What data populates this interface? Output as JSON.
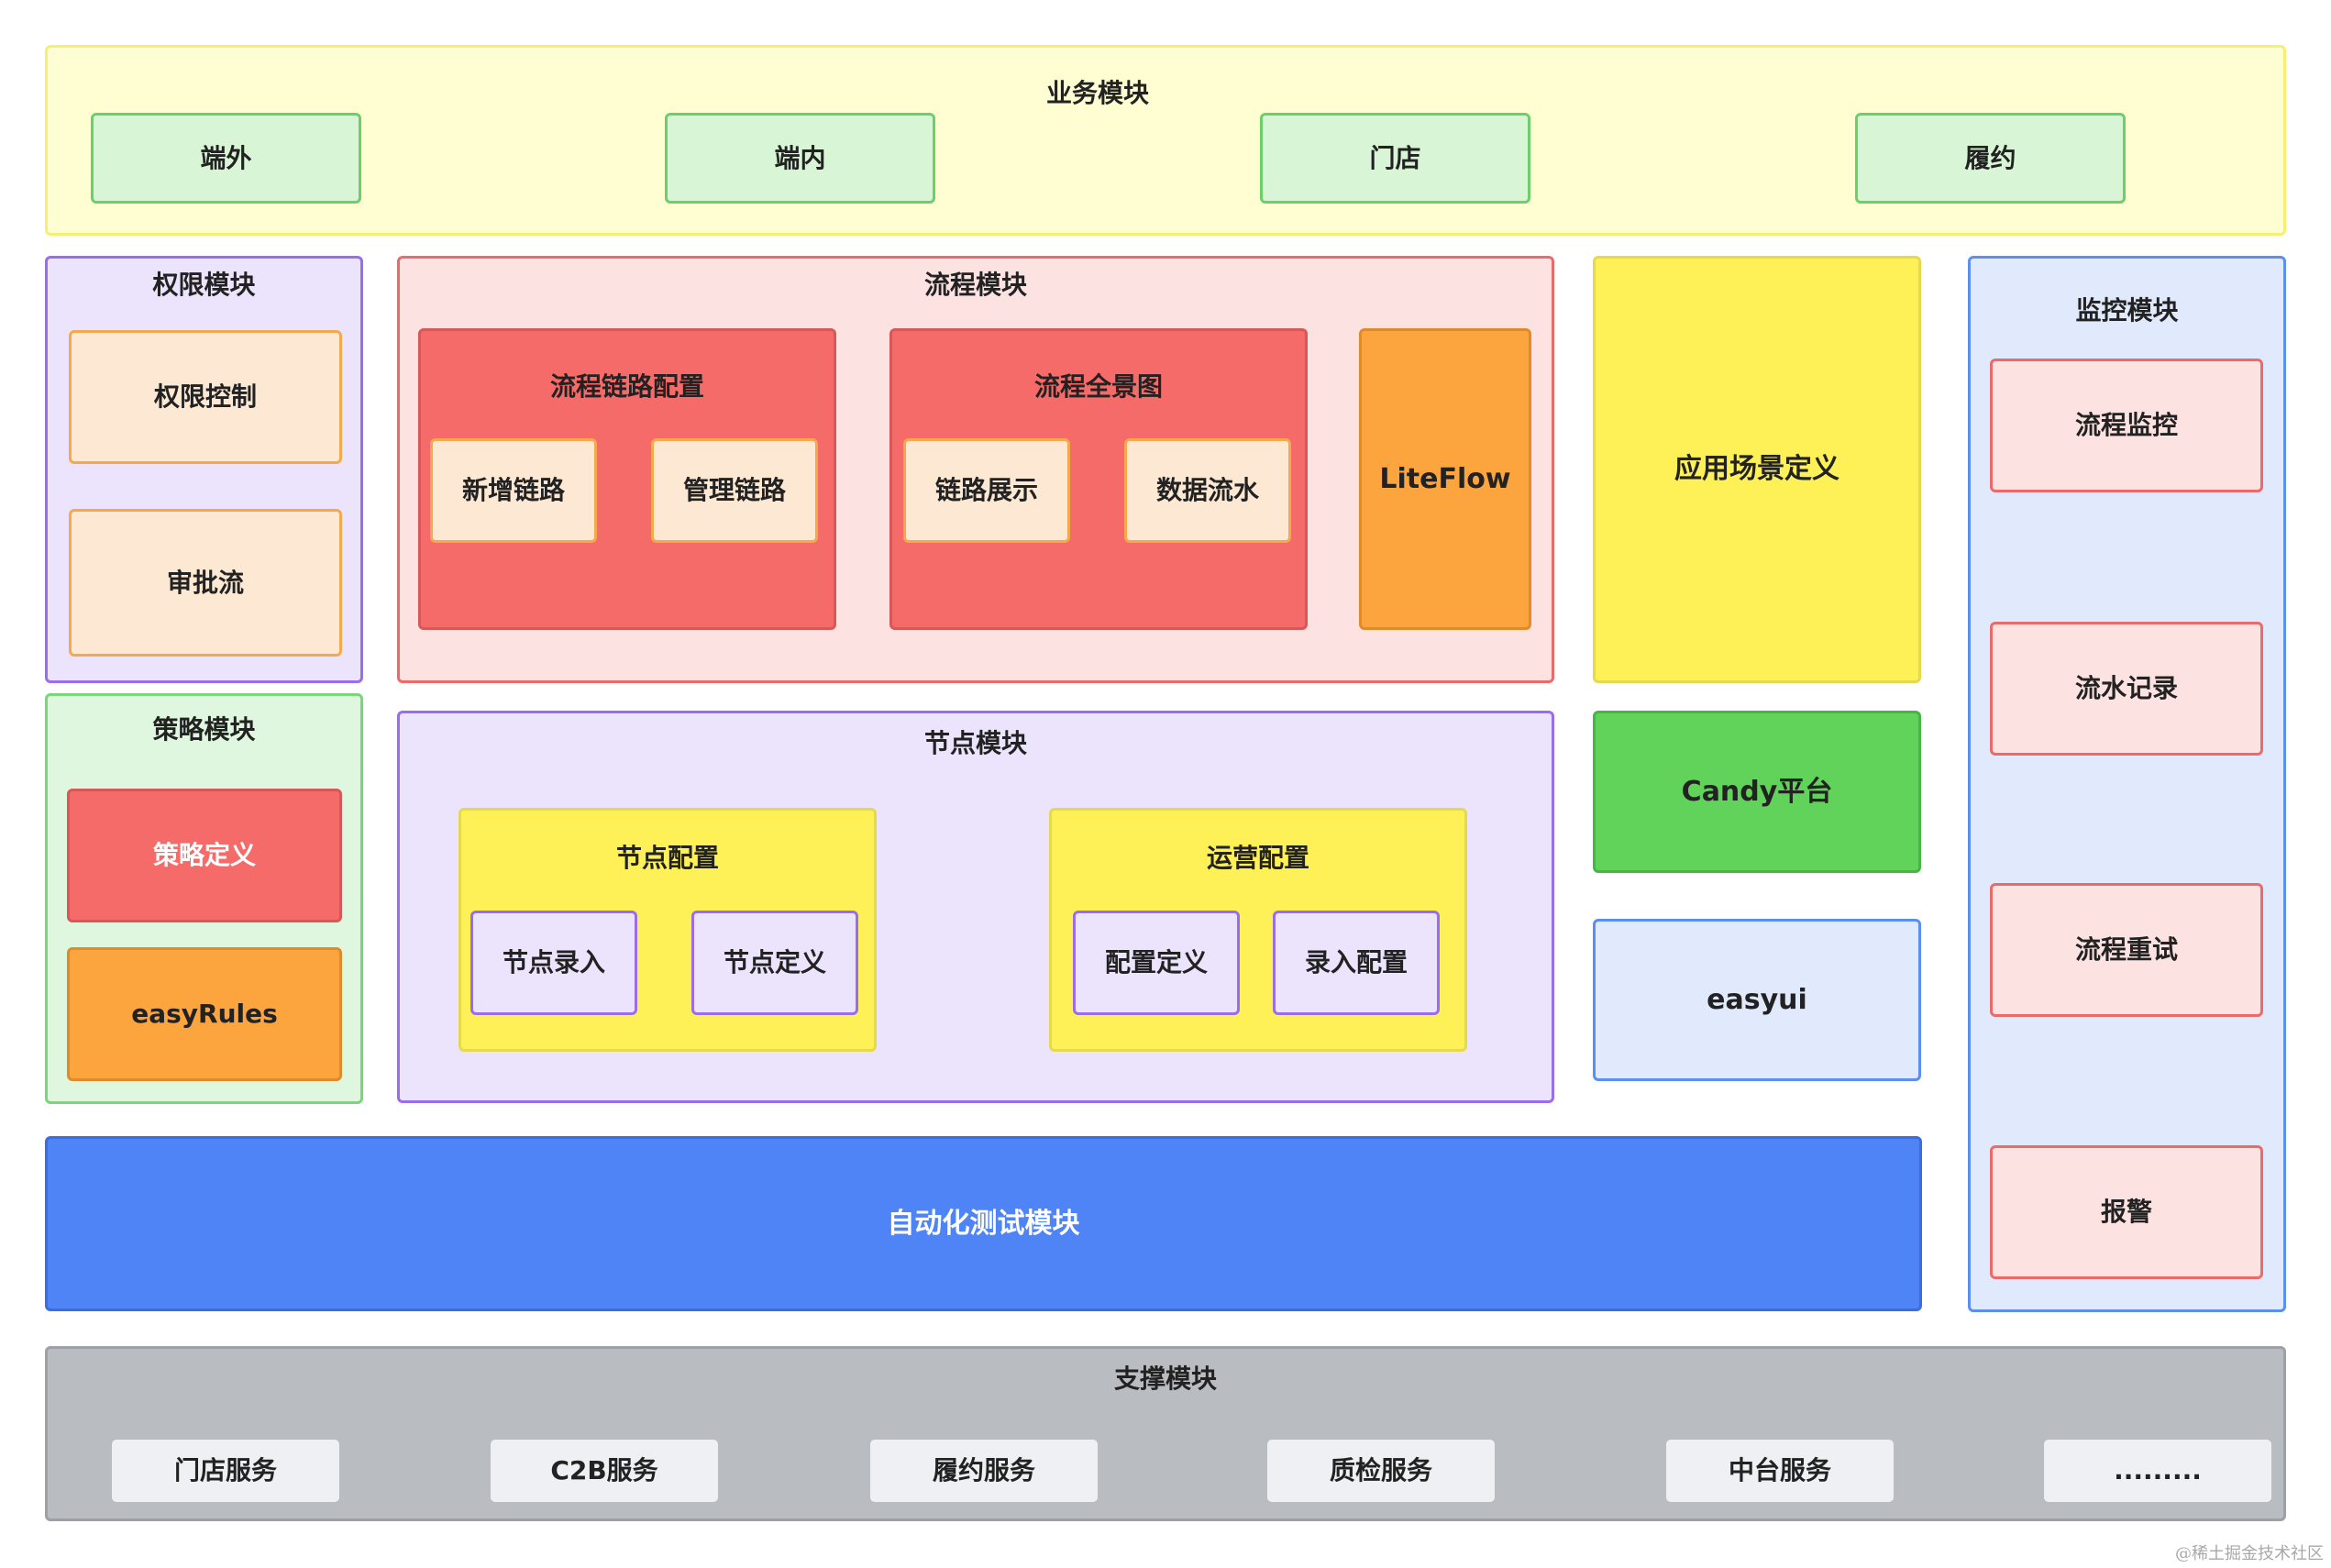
{
  "business": {
    "title": "业务模块",
    "items": [
      "端外",
      "端内",
      "门店",
      "履约"
    ]
  },
  "permission": {
    "title": "权限模块",
    "items": [
      "权限控制",
      "审批流"
    ]
  },
  "process": {
    "title": "流程模块",
    "chain_config": {
      "title": "流程链路配置",
      "items": [
        "新增链路",
        "管理链路"
      ]
    },
    "panorama": {
      "title": "流程全景图",
      "items": [
        "链路展示",
        "数据流水"
      ]
    },
    "engine": "LiteFlow"
  },
  "scenario": {
    "label": "应用场景定义"
  },
  "monitor": {
    "title": "监控模块",
    "items": [
      "流程监控",
      "流水记录",
      "流程重试",
      "报警"
    ]
  },
  "strategy": {
    "title": "策略模块",
    "items": [
      "策略定义",
      "easyRules"
    ]
  },
  "node": {
    "title": "节点模块",
    "node_config": {
      "title": "节点配置",
      "items": [
        "节点录入",
        "节点定义"
      ]
    },
    "ops_config": {
      "title": "运营配置",
      "items": [
        "配置定义",
        "录入配置"
      ]
    }
  },
  "platform": {
    "label": "Candy平台"
  },
  "ui_framework": {
    "label": "easyui"
  },
  "autotest": {
    "label": "自动化测试模块"
  },
  "support": {
    "title": "支撑模块",
    "items": [
      "门店服务",
      "C2B服务",
      "履约服务",
      "质检服务",
      "中台服务",
      "........."
    ]
  },
  "watermark": "@稀土掘金技术社区",
  "colors": {
    "business_bg": "#fffdd2",
    "business_border": "#f6ef74",
    "green_box_bg": "#d8f6d6",
    "green_box_border": "#6dcf6a",
    "lavender_bg": "#ece4fd",
    "purple_border": "#9a6cee",
    "peach_bg": "#fde8d4",
    "orange_border": "#f6a94c",
    "pink_bg": "#fde2e2",
    "red_border": "#eb6a6a",
    "red_fill": "#f56b6a",
    "red_fill_border": "#d95757",
    "orange_fill": "#fca43e",
    "orange_fill_border": "#e08a2c",
    "yellow_fill": "#fef157",
    "yellow_border": "#e5d94e",
    "lightblue_bg": "#e1eafd",
    "blue_border": "#5b8ff2",
    "lightgreen_bg": "#dff6df",
    "lightgreen_border": "#78d779",
    "green_fill": "#61d35b",
    "green_fill_border": "#47b446",
    "blue_fill": "#4f84f7",
    "blue_fill_border": "#3b6de0",
    "gray_bg": "#b9bcc1",
    "gray_border": "#9da0a6",
    "service_bg": "#eff0f3",
    "text": "#222222",
    "text_inverse": "#ffffff",
    "watermark": "#a8a8a8"
  }
}
